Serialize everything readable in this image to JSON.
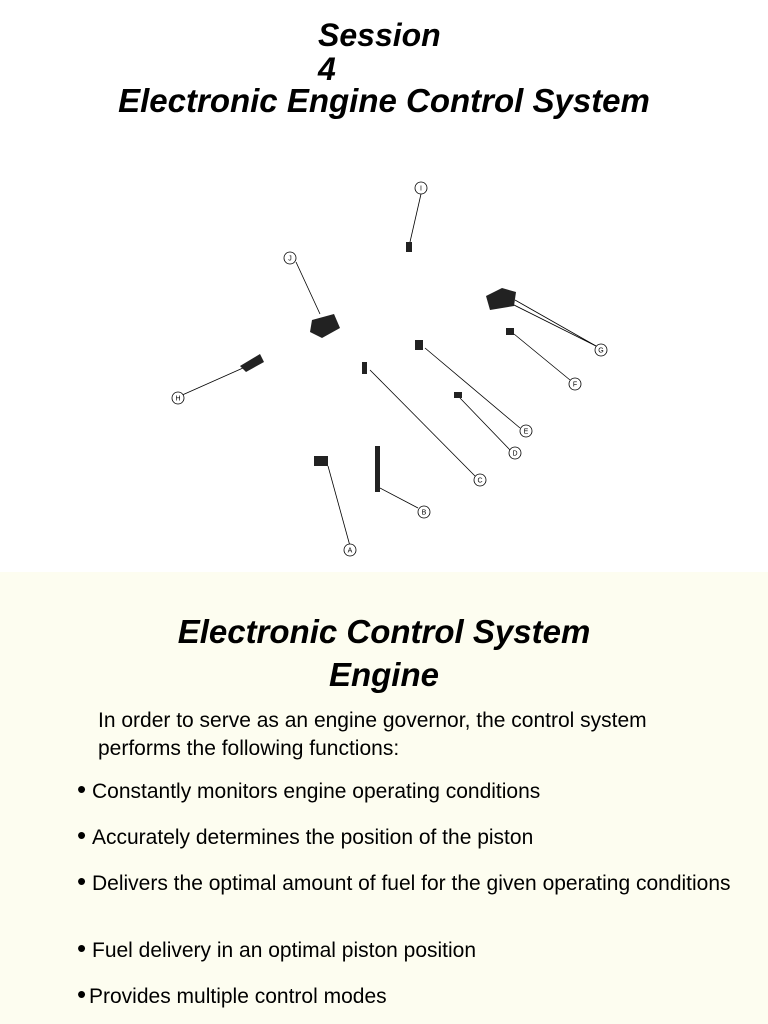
{
  "slide1": {
    "session_label": "Session",
    "session_number": "4",
    "title": "Electronic Engine Control System",
    "diagram": {
      "callouts": [
        "A",
        "B",
        "C",
        "D",
        "E",
        "F",
        "G",
        "H",
        "I",
        "J"
      ]
    }
  },
  "slide2": {
    "title_line1": "Electronic Control System",
    "title_line2": "Engine",
    "intro": "In order to serve as an engine governor, the control system performs the following functions:",
    "bullets": [
      "Constantly monitors engine operating conditions",
      " Accurately determines the position of the piston",
      "Delivers the optimal amount of fuel for the given operating conditions",
      "Fuel delivery in an optimal piston position",
      " Provides multiple control modes"
    ]
  }
}
